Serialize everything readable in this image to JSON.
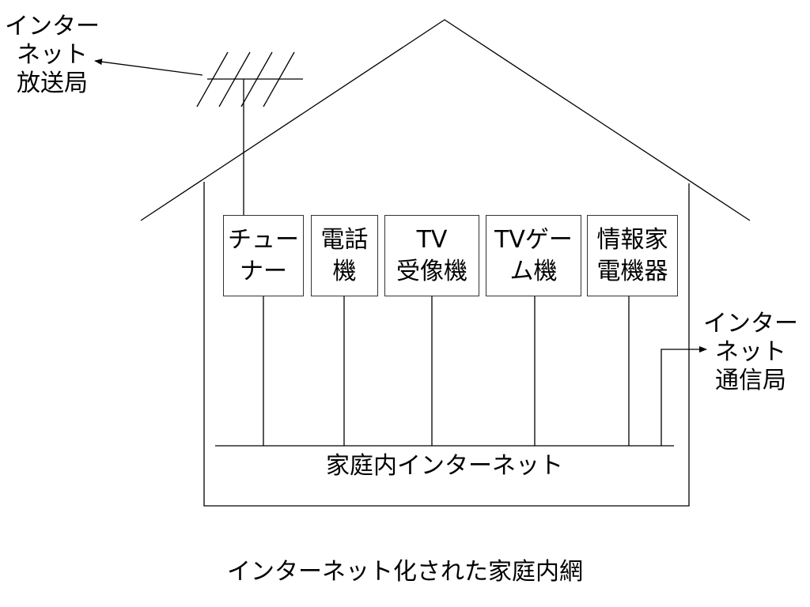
{
  "broadcast_station": {
    "lines": [
      "インター",
      "ネット",
      "放送局"
    ]
  },
  "communication_station": {
    "lines": [
      "インター",
      "ネット",
      "通信局"
    ]
  },
  "devices": [
    {
      "line1": "チュー",
      "line2": "ナー"
    },
    {
      "line1": "電話",
      "line2": "機"
    },
    {
      "line1": "TV",
      "line2": "受像機"
    },
    {
      "line1": "TVゲー",
      "line2": "ム機"
    },
    {
      "line1": "情報家",
      "line2": "電機器"
    }
  ],
  "bus_label": "家庭内インターネット",
  "caption": "インターネット化された家庭内網"
}
